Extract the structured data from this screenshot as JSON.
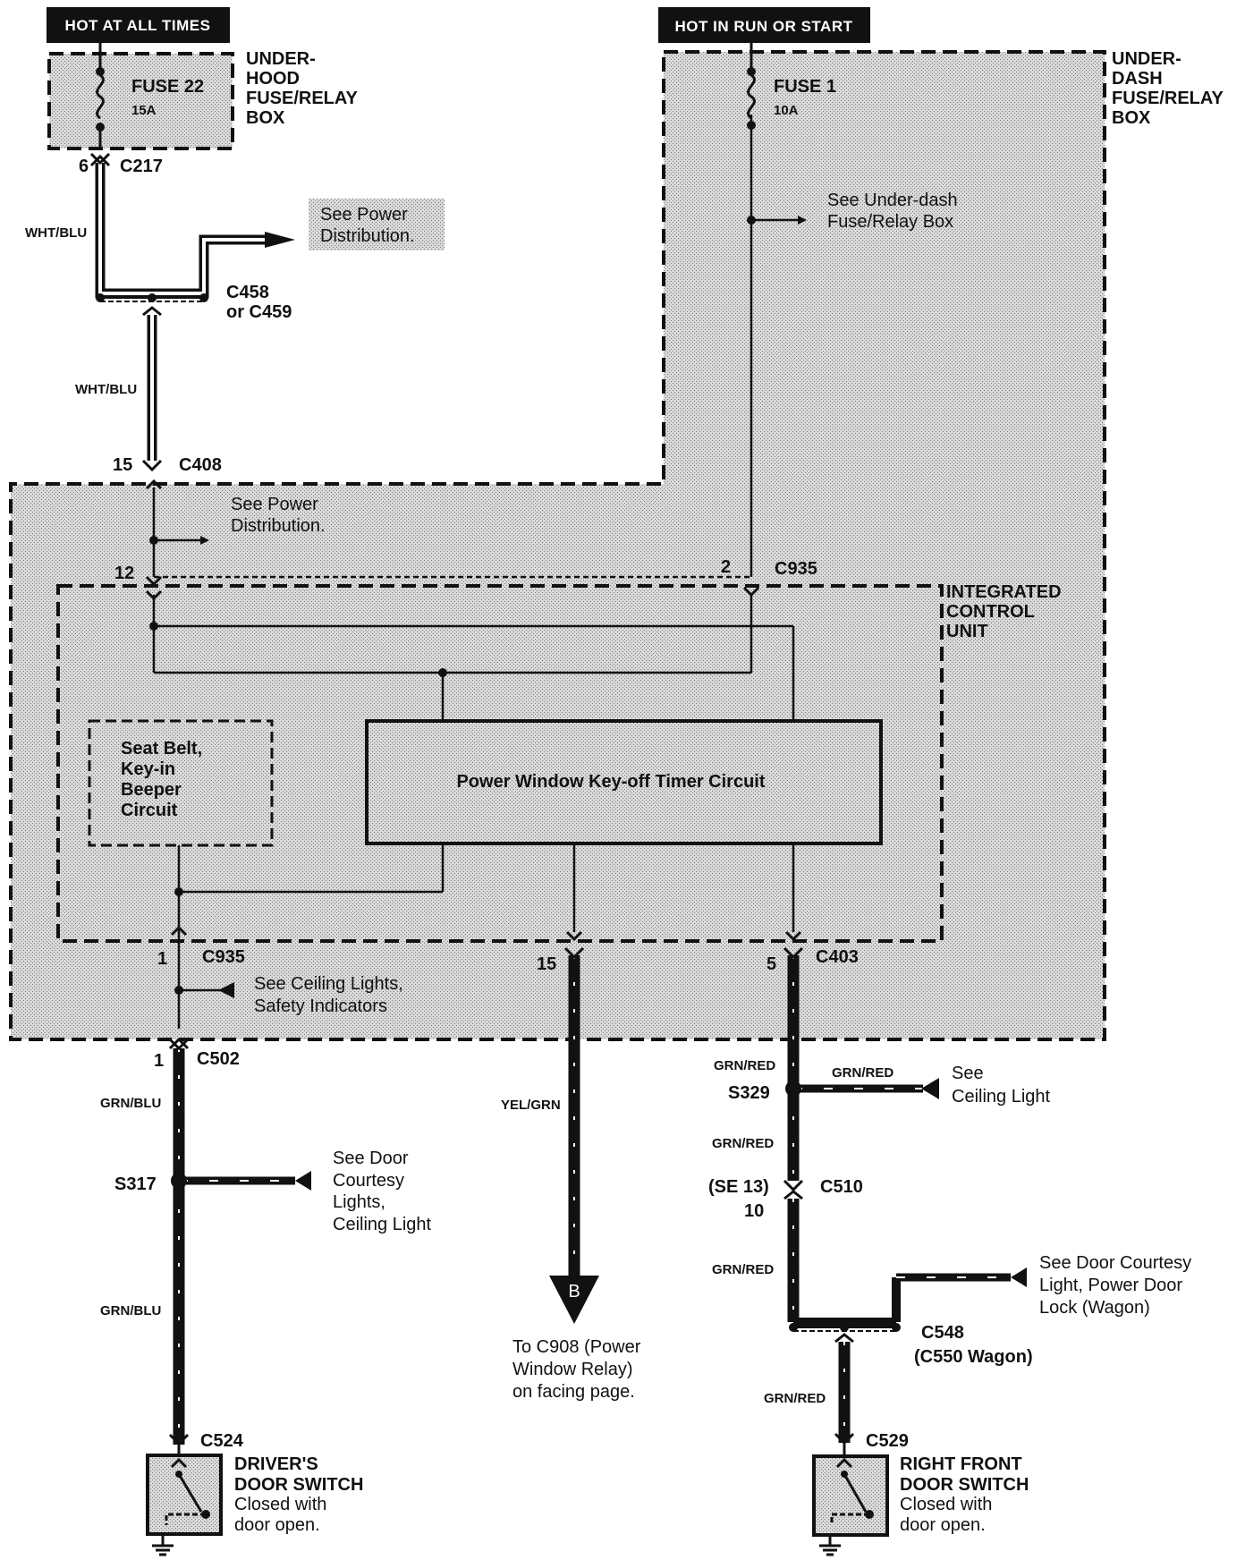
{
  "colors": {
    "shade": "#cfcfcf",
    "ink": "#111111",
    "header_bg": "#111111",
    "header_text": "#ffffff"
  },
  "headers": {
    "left": "HOT AT ALL TIMES",
    "right": "HOT IN RUN OR START"
  },
  "boxes": {
    "underhood": [
      "UNDER-",
      "HOOD",
      "FUSE/RELAY",
      "BOX"
    ],
    "underdash": [
      "UNDER-",
      "DASH",
      "FUSE/RELAY",
      "BOX"
    ],
    "icu": [
      "INTEGRATED",
      "CONTROL",
      "UNIT"
    ],
    "seatbelt": [
      "Seat Belt,",
      "Key-in",
      "Beeper",
      "Circuit"
    ],
    "timer": "Power Window Key-off Timer Circuit"
  },
  "fuses": {
    "f22": {
      "name": "FUSE 22",
      "rating": "15A"
    },
    "f1": {
      "name": "FUSE 1",
      "rating": "10A"
    }
  },
  "connectors": {
    "c217": {
      "name": "C217",
      "pin": "6"
    },
    "c458": [
      "C458",
      "or C459"
    ],
    "c408": {
      "name": "C408",
      "pin": "15"
    },
    "c935_top": {
      "name": "C935",
      "pin_left": "12",
      "pin_right": "2"
    },
    "c935_bot": {
      "name": "C935",
      "pin": "1"
    },
    "c403": {
      "name": "C403",
      "pin_left": "15",
      "pin_right": "5"
    },
    "c502": {
      "name": "C502",
      "pin": "1"
    },
    "s317": "S317",
    "s329": "S329",
    "c510": {
      "name": "C510",
      "pin_top": "(SE 13)",
      "pin_bot": "10"
    },
    "c548": [
      "C548",
      "(C550 Wagon)"
    ],
    "c524": "C524",
    "c529": "C529"
  },
  "wires": {
    "wht_blu": "WHT/BLU",
    "grn_blu": "GRN/BLU",
    "yel_grn": "YEL/GRN",
    "grn_red": "GRN/RED"
  },
  "references": {
    "power_dist_top": [
      "See Power",
      "Distribution."
    ],
    "underdash_ref": [
      "See Under-dash",
      "Fuse/Relay Box"
    ],
    "power_dist_mid": [
      "See Power",
      "Distribution."
    ],
    "ceiling_safety": [
      "See Ceiling Lights,",
      "Safety Indicators"
    ],
    "door_courtesy_left": [
      "See Door",
      "Courtesy",
      "Lights,",
      "Ceiling Light"
    ],
    "ceiling_light": [
      "See",
      "Ceiling Light"
    ],
    "door_courtesy_right": [
      "See Door Courtesy",
      "Light, Power Door",
      "Lock (Wagon)"
    ],
    "to_c908": [
      "To C908 (Power",
      "Window Relay)",
      "on facing page."
    ]
  },
  "flag": "B",
  "switches": {
    "driver": [
      "DRIVER'S",
      "DOOR SWITCH",
      "Closed with",
      "door open."
    ],
    "right_front": [
      "RIGHT FRONT",
      "DOOR SWITCH",
      "Closed with",
      "door open."
    ]
  }
}
